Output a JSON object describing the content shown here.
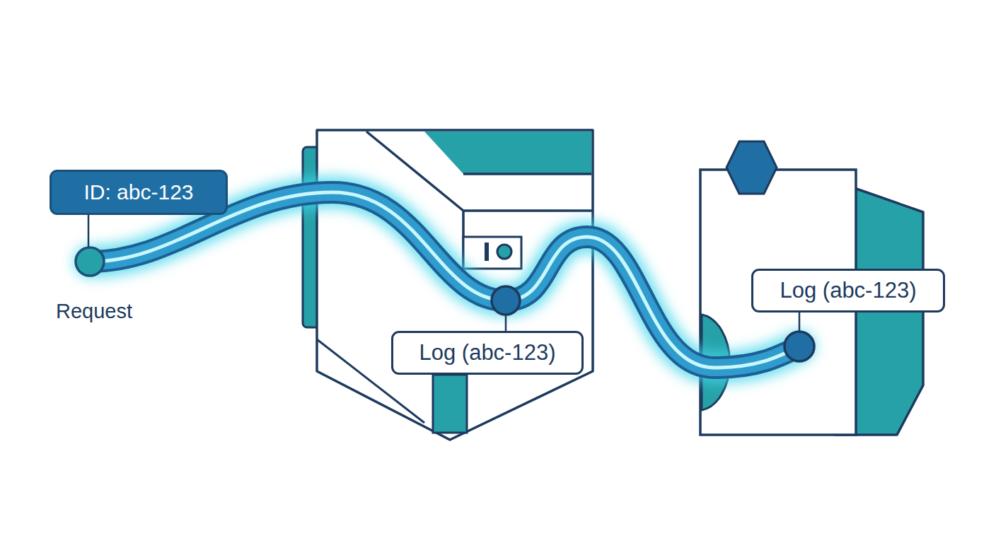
{
  "diagram": {
    "nodes": [
      {
        "text": [
          "ID: abc-123"
        ]
      },
      {
        "text": [
          "Log (abc-123)"
        ]
      },
      {
        "text": [
          "Log (abc-123)"
        ]
      }
    ],
    "labels": [
      "Request"
    ]
  }
}
